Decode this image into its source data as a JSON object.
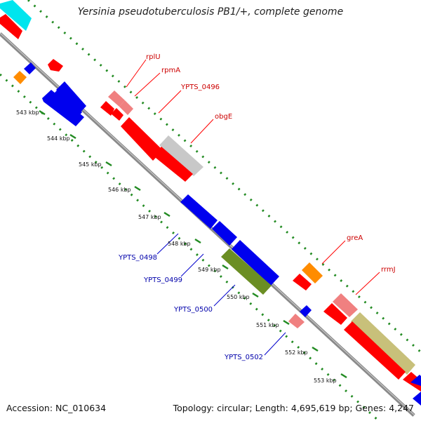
{
  "title": "Yersinia pseudotuberculosis PB1/+, complete genome",
  "footer": {
    "accession": "Accession: NC_010634",
    "stats": "Topology: circular; Length: 4,695,619 bp; Genes: 4,247"
  },
  "kbp_ticks": [
    "543 kbp",
    "544 kbp",
    "545 kbp",
    "546 kbp",
    "547 kbp",
    "548 kbp",
    "549 kbp",
    "550 kbp",
    "551 kbp",
    "552 kbp",
    "553 kbp"
  ],
  "gene_labels": [
    {
      "text": "rplU",
      "color": "#cc0000"
    },
    {
      "text": "rpmA",
      "color": "#cc0000"
    },
    {
      "text": "YPTS_0496",
      "color": "#cc0000"
    },
    {
      "text": "obgE",
      "color": "#cc0000"
    },
    {
      "text": "greA",
      "color": "#cc0000"
    },
    {
      "text": "rrmJ",
      "color": "#cc0000"
    },
    {
      "text": "YPTS_0498",
      "color": "#0000aa"
    },
    {
      "text": "YPTS_0499",
      "color": "#0000aa"
    },
    {
      "text": "YPTS_0500",
      "color": "#0000aa"
    },
    {
      "text": "YPTS_0502",
      "color": "#0000aa"
    }
  ],
  "colors": {
    "forward_gene": "#ff0000",
    "reverse_gene": "#0000ee",
    "rrna": "#ff8c00",
    "trna": "#f08080",
    "pseudo_gray": "#c8c8c8",
    "olive": "#6b8e23",
    "khaki": "#c8c07a",
    "cyan": "#00e5ee",
    "backbone": "#888888",
    "dotted_track": "#228b22"
  }
}
